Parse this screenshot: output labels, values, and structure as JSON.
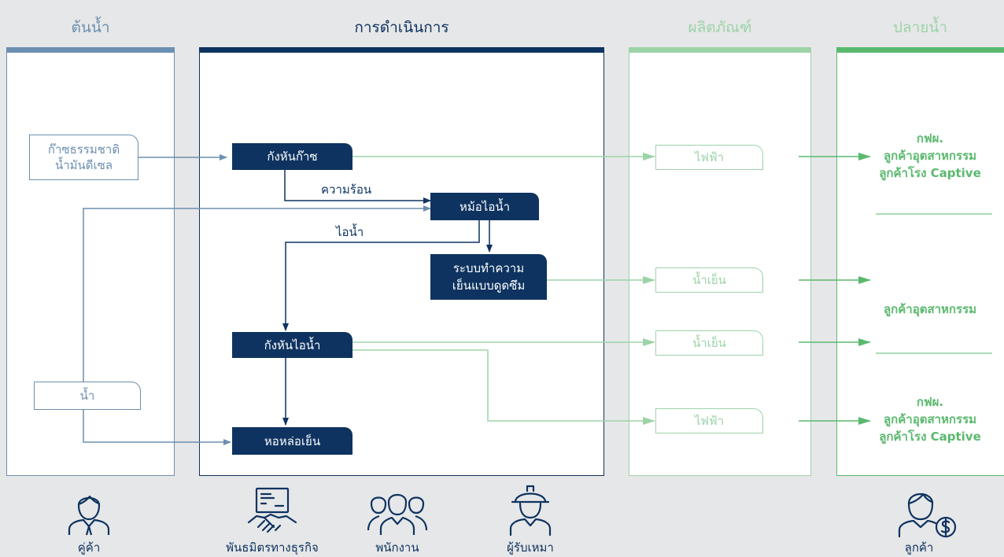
{
  "columns": {
    "upstream": "ต้นน้ำ",
    "operation": "การดำเนินการ",
    "products": "ผลิตภัณฑ์",
    "downstream": "ปลายน้ำ"
  },
  "inputs": {
    "fuel": "ก๊าซธรรมชาติ\nน้ำมันดีเซล",
    "water": "น้ำ"
  },
  "process": {
    "gas_turbine": "กังหันก๊าซ",
    "boiler": "หม้อไอน้ำ",
    "absorption_chiller": "ระบบทำความ\nเย็นแบบดูดซึม",
    "steam_turbine": "กังหันไอน้ำ",
    "cooling_tower": "หอหล่อเย็น"
  },
  "flow_labels": {
    "heat": "ความร้อน",
    "steam": "ไอน้ำ"
  },
  "products": {
    "electricity_1": "ไฟฟ้า",
    "chilled_water_1": "น้ำเย็น",
    "chilled_water_2": "น้ำเย็น",
    "electricity_2": "ไฟฟ้า"
  },
  "customers": {
    "group1": [
      "กฟผ.",
      "ลูกค้าอุตสาหกรรม",
      "ลูกค้าโรง Captive"
    ],
    "group2": [
      "ลูกค้าอุตสาหกรรม"
    ],
    "group3": [
      "กฟผ.",
      "ลูกค้าอุตสาหกรรม",
      "ลูกค้าโรง Captive"
    ]
  },
  "stakeholders": {
    "supplier": "คู่ค้า",
    "business_partner": "พันธมิตรทางธุรกิจ",
    "employees": "พนักงาน",
    "contractor": "ผู้รับเหมา",
    "customer": "ลูกค้า"
  },
  "colors": {
    "navy": "#0e3360",
    "steel_blue": "#6b8fb0",
    "light_green": "#9dd3a8",
    "green": "#5ab96e",
    "background": "#e6e7e8"
  }
}
